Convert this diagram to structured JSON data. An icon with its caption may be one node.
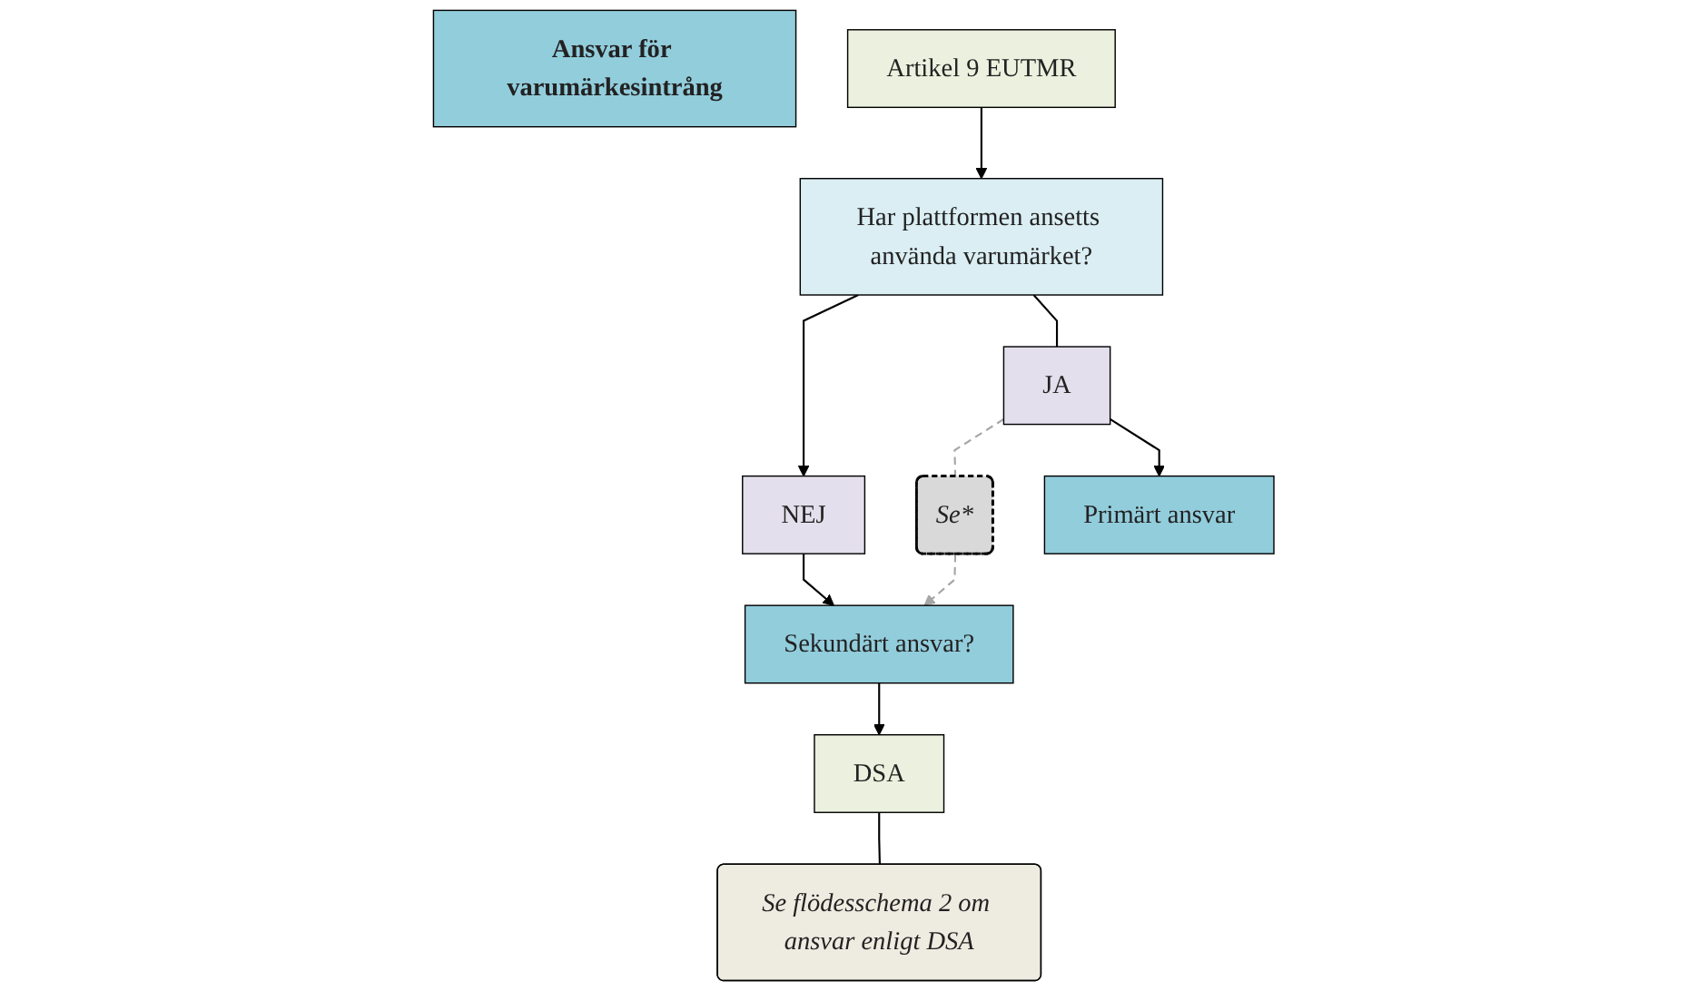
{
  "diagram": {
    "nodes": [
      {
        "text": [
          "Ansvar för varumärkesintrång"
        ]
      },
      {
        "text": [
          "Artikel 9 EUTMR"
        ]
      },
      {
        "text": [
          "Har plattformen ansetts använda varumärket?"
        ]
      },
      {
        "text": [
          "NEJ"
        ]
      },
      {
        "text": [
          "Sekundärt ansvar?"
        ]
      },
      {
        "text": [
          "JA"
        ]
      },
      {
        "text": [
          "Se*"
        ]
      },
      {
        "text": [
          "DSA"
        ]
      },
      {
        "text": [
          "Primärt ansvar"
        ]
      },
      {
        "text": [
          "Se flödesschema 2 om ansvar enligt DSA"
        ]
      }
    ],
    "edges": [
      {
        "from": 1,
        "to": 2,
        "arrow": "to"
      },
      {
        "from": 2,
        "to": 3,
        "arrow": "to"
      },
      {
        "from": 3,
        "to": 4,
        "arrow": "to"
      },
      {
        "from": 2,
        "to": 5,
        "arrow": "none"
      },
      {
        "from": 5,
        "to": 8,
        "arrow": "to"
      },
      {
        "from": 5,
        "to": 6,
        "arrow": "none",
        "style": "dashed",
        "color": "#a6a6a6"
      },
      {
        "from": 6,
        "to": 4,
        "arrow": "to",
        "style": "dashed",
        "color": "#a6a6a6"
      },
      {
        "from": 4,
        "to": 7,
        "arrow": "to"
      },
      {
        "from": 7,
        "to": 9,
        "arrow": "none"
      }
    ]
  }
}
